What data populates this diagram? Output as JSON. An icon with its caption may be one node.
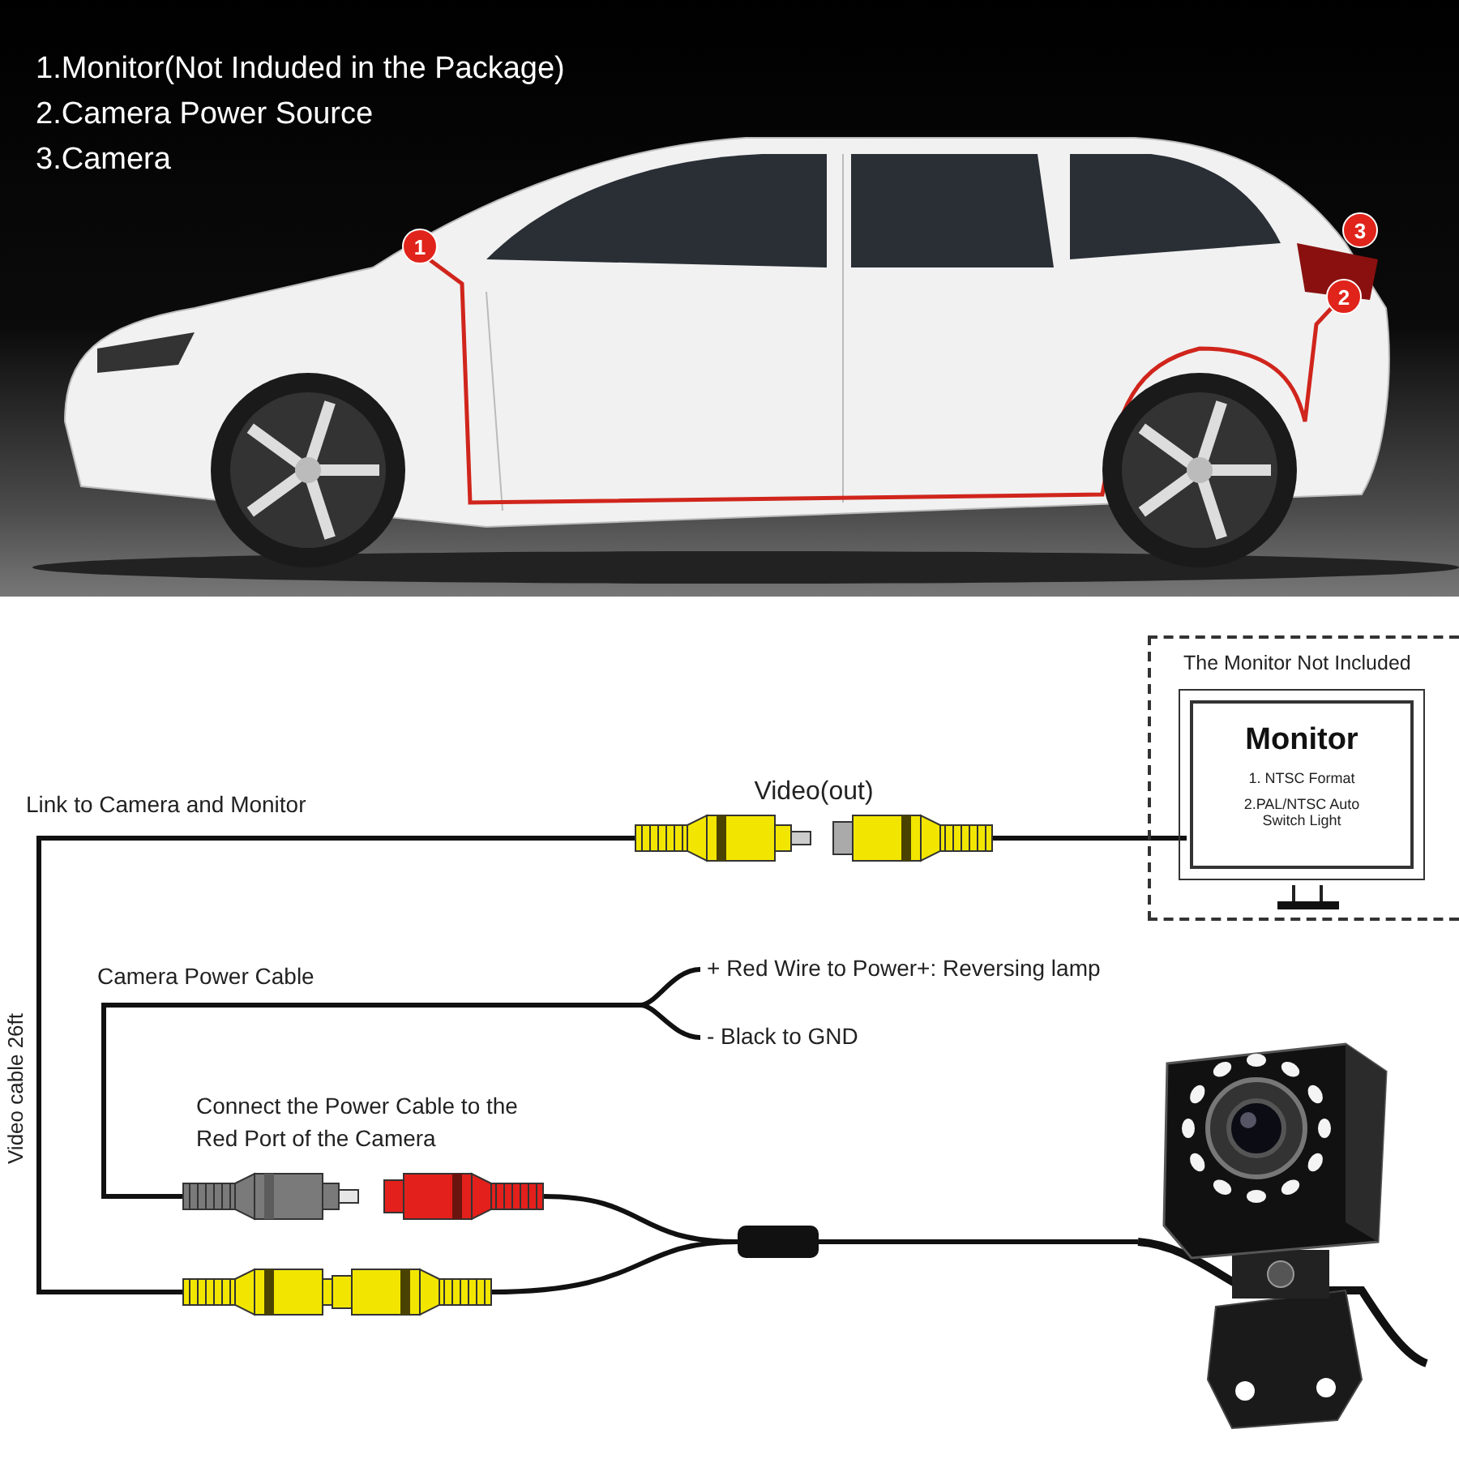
{
  "diagram": {
    "nodes": [
      {
        "text": [
          "The Monitor Not Included"
        ]
      },
      {
        "text": [
          "Monitor",
          "1. NTSC Format",
          "2.PAL/NTSC Auto Switch Light"
        ],
        "in": 0
      },
      {
        "text": [
          "Video(out)"
        ]
      },
      {
        "text": [],
        "shape": "picture",
        "beside": [
          "Connect the Power Cable to the Red Port of the Camera"
        ]
      },
      {
        "text": [],
        "shape": "picture"
      },
      {
        "text": [],
        "shape": "box"
      },
      {
        "text": [],
        "shape": "picture"
      },
      {
        "text": [
          "+ Red Wire to Power+: Reversing lamp"
        ]
      },
      {
        "text": [
          "- Black to GND"
        ]
      }
    ],
    "edges": [
      {
        "from": 2,
        "to": 1,
        "arrow": "none"
      },
      {
        "from": 2,
        "to": 4,
        "arrow": "none"
      },
      {
        "from": 7,
        "to": 3,
        "arrow": "none"
      },
      {
        "from": 8,
        "to": 3,
        "arrow": "none"
      },
      {
        "from": 3,
        "to": 5,
        "arrow": "none"
      },
      {
        "from": 4,
        "to": 5,
        "arrow": "none"
      },
      {
        "from": 5,
        "to": 6,
        "arrow": "none"
      }
    ],
    "labels": [
      "1.Monitor(Not Induded in the Package)",
      "2.Camera Power Source",
      "3.Camera",
      "1",
      "3",
      "2",
      "Link to Camera and Monitor",
      "Video cable 26ft",
      "Camera Power Cable"
    ]
  }
}
